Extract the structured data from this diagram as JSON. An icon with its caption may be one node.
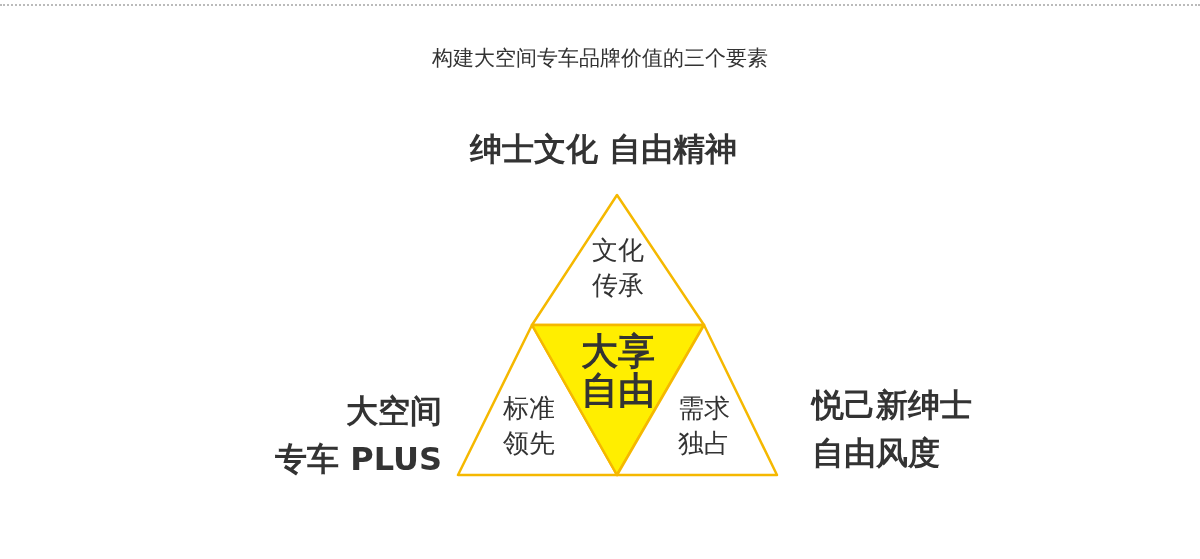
{
  "diagram": {
    "title": "构建大空间专车品牌价值的三个要素",
    "nodes": [
      {
        "text": [
          "文化传承"
        ]
      },
      {
        "text": [
          "标准领先"
        ]
      },
      {
        "text": [
          "大享自由"
        ]
      },
      {
        "text": [
          "需求独占"
        ]
      }
    ],
    "labels": [
      "绅士文化  自由精神",
      "大空间",
      "悦己新绅士",
      "专车 PLUS",
      "自由风度"
    ]
  }
}
